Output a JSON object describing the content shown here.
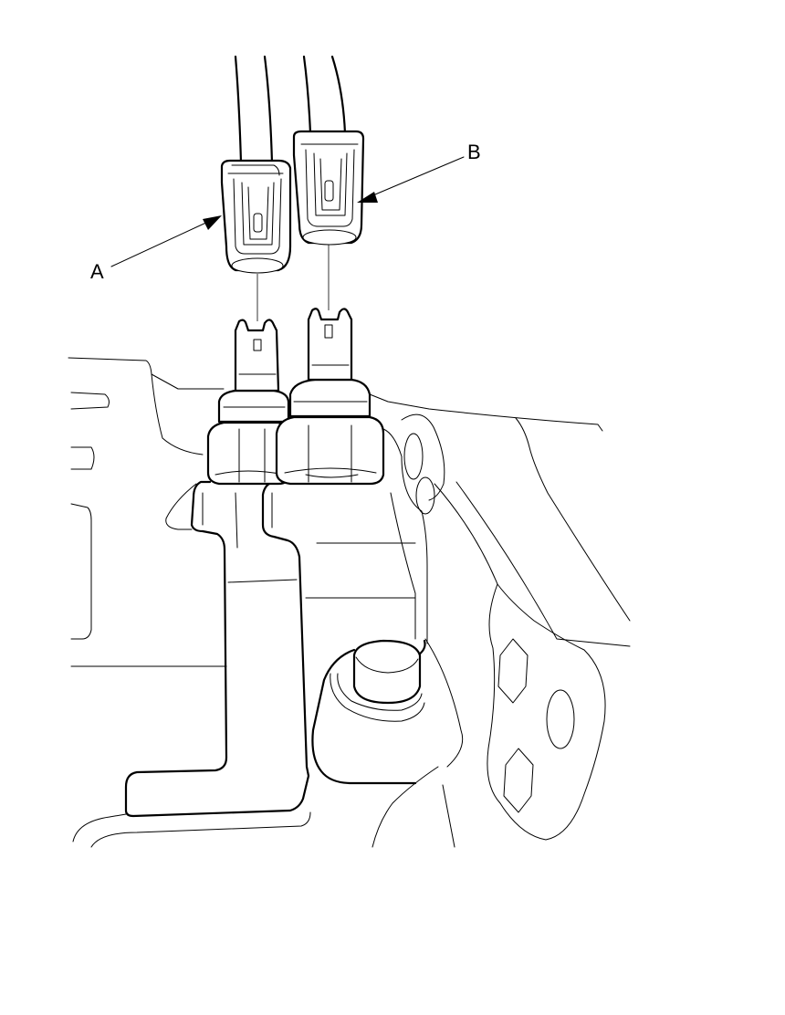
{
  "figure": {
    "callouts": [
      {
        "id": "A",
        "label": "A"
      },
      {
        "id": "B",
        "label": "B"
      }
    ],
    "colors": {
      "line": "#000000",
      "background": "#ffffff"
    }
  }
}
